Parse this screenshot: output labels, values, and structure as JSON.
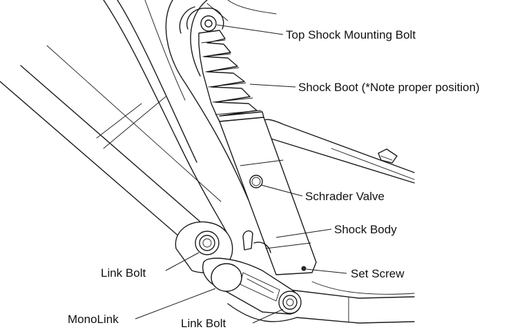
{
  "labels": {
    "top_shock_mounting_bolt": "Top Shock Mounting Bolt",
    "shock_boot": "Shock Boot (*Note proper position)",
    "schrader_valve": "Schrader Valve",
    "shock_body": "Shock Body",
    "link_bolt_left": "Link Bolt",
    "set_screw": "Set Screw",
    "monolink": "MonoLink",
    "link_bolt_bottom": "Link Bolt"
  },
  "colors": {
    "ink": "#1a1a1a",
    "background": "#ffffff"
  }
}
